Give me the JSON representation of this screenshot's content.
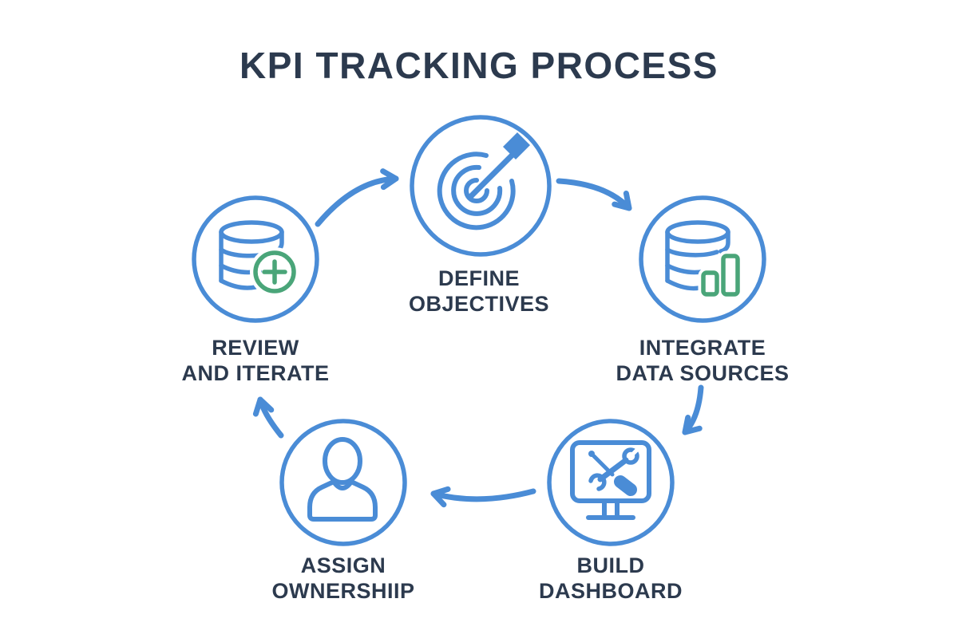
{
  "title": "KPI TRACKING PROCESS",
  "colors": {
    "accent_blue": "#4a8cd6",
    "accent_green": "#4aa579",
    "text_navy": "#2c3a4e",
    "background": "#ffffff"
  },
  "steps": [
    {
      "name": "define-objectives",
      "icon": "target-dart-icon",
      "label_line1": "DEFINE",
      "label_line2": "OBJECTIVES"
    },
    {
      "name": "integrate-data-sources",
      "icon": "database-bar-chart-icon",
      "label_line1": "INTEGRATE",
      "label_line2": "DATA SOURCES"
    },
    {
      "name": "build-dashboard",
      "icon": "monitor-tools-icon",
      "label_line1": "BUILD",
      "label_line2": "DASHBOARD"
    },
    {
      "name": "assign-ownership",
      "icon": "person-icon",
      "label_line1": "ASSIGN",
      "label_line2": "OWNERSHIIP"
    },
    {
      "name": "review-and-iterate",
      "icon": "database-add-icon",
      "label_line1": "REVIEW",
      "label_line2": "AND ITERATE"
    }
  ],
  "connections": [
    {
      "from": "review-and-iterate",
      "to": "define-objectives"
    },
    {
      "from": "define-objectives",
      "to": "integrate-data-sources"
    },
    {
      "from": "integrate-data-sources",
      "to": "build-dashboard"
    },
    {
      "from": "build-dashboard",
      "to": "assign-ownership"
    },
    {
      "from": "assign-ownership",
      "to": "review-and-iterate"
    }
  ]
}
